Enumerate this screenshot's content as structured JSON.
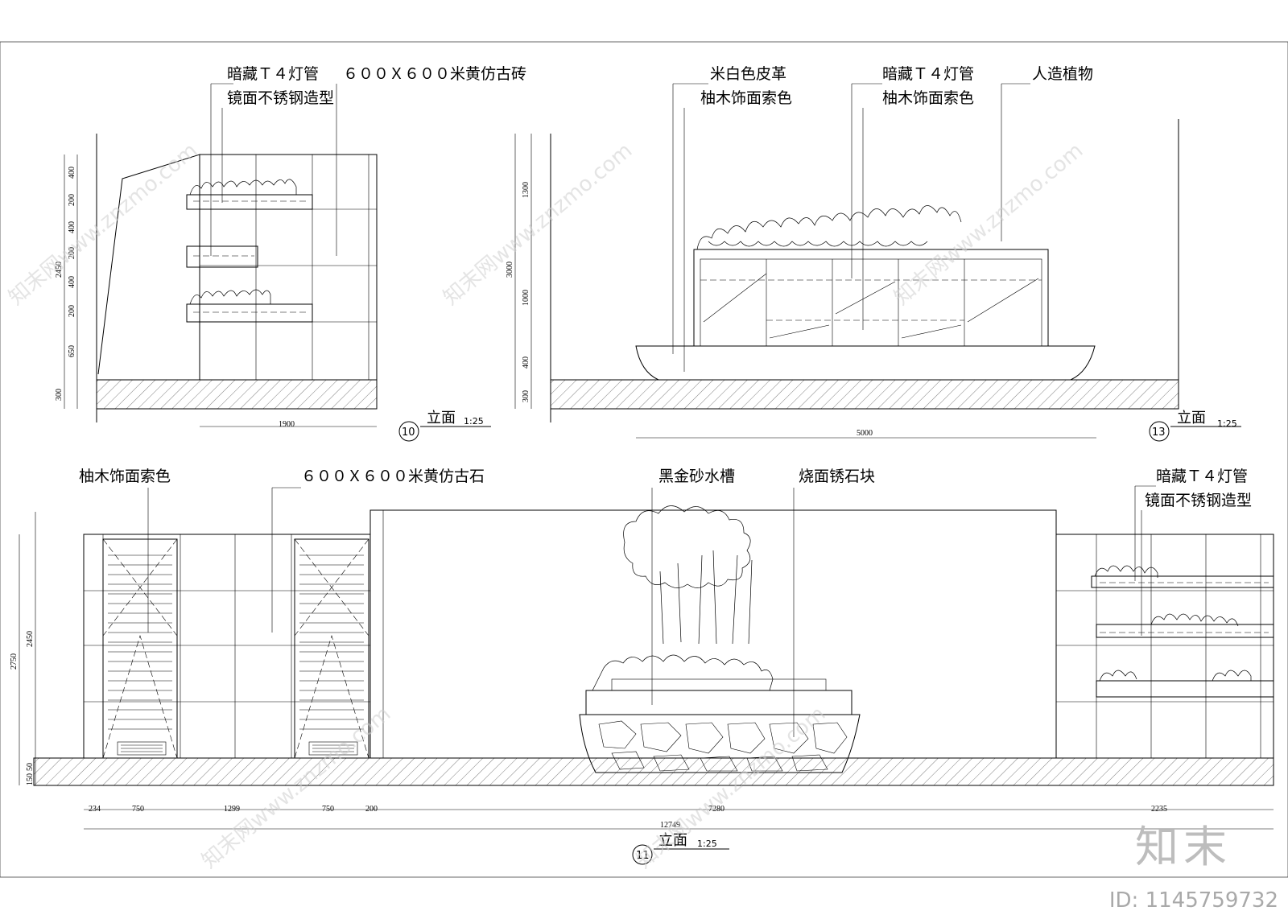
{
  "elevation_10": {
    "title": "立面",
    "scale": "1:25",
    "number": "10",
    "labels": {
      "light": "暗藏Ｔ４灯管",
      "tile": "６００Ｘ６００米黄仿古砖",
      "steel": "镜面不锈钢造型"
    },
    "dims_vertical": [
      "400",
      "200",
      "400",
      "200",
      "400",
      "200",
      "650",
      "300"
    ],
    "dim_total_height": "2450",
    "dim_width": "1900"
  },
  "elevation_13": {
    "title": "立面",
    "scale": "1:25",
    "number": "13",
    "labels": {
      "leather": "米白色皮革",
      "teak1": "柚木饰面索色",
      "light": "暗藏Ｔ４灯管",
      "teak2": "柚木饰面索色",
      "plant": "人造植物"
    },
    "dims_vertical": [
      "1300",
      "1000",
      "400",
      "300"
    ],
    "dim_total_height": "3000",
    "dim_width": "5000"
  },
  "elevation_11": {
    "title": "立面",
    "scale": "1:25",
    "number": "11",
    "labels": {
      "teak": "柚木饰面索色",
      "stone": "６００Ｘ６００米黄仿古石",
      "basin": "黑金砂水槽",
      "rock": "烧面锈石块",
      "light": "暗藏Ｔ４灯管",
      "steel": "镜面不锈钢造型"
    },
    "dims_vertical": [
      "2750",
      "2450",
      "150",
      "50"
    ],
    "dims_horizontal": [
      "234",
      "750",
      "1299",
      "750",
      "200",
      "7280",
      "2235"
    ],
    "dim_total": "12749"
  },
  "watermark": {
    "text": "知末网www.znzmo.com",
    "brand": "知末",
    "id": "ID: 1145759732"
  }
}
